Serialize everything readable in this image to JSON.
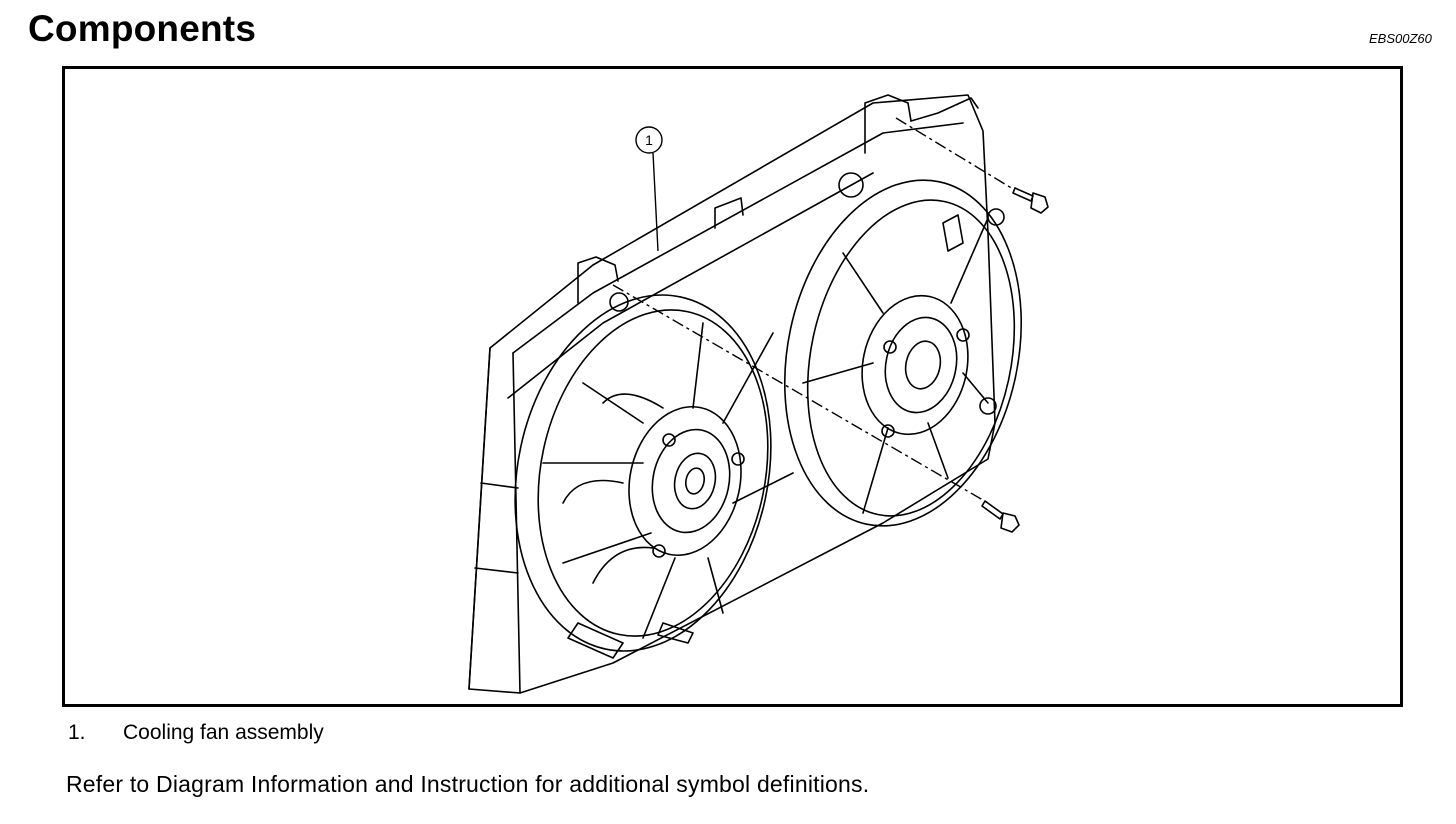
{
  "header": {
    "title": "Components",
    "doc_code": "EBS00Z60"
  },
  "figure": {
    "callout_number": "1"
  },
  "legend": [
    {
      "number": "1.",
      "text": "Cooling fan assembly"
    }
  ],
  "note": "Refer to Diagram Information and Instruction for additional symbol definitions."
}
